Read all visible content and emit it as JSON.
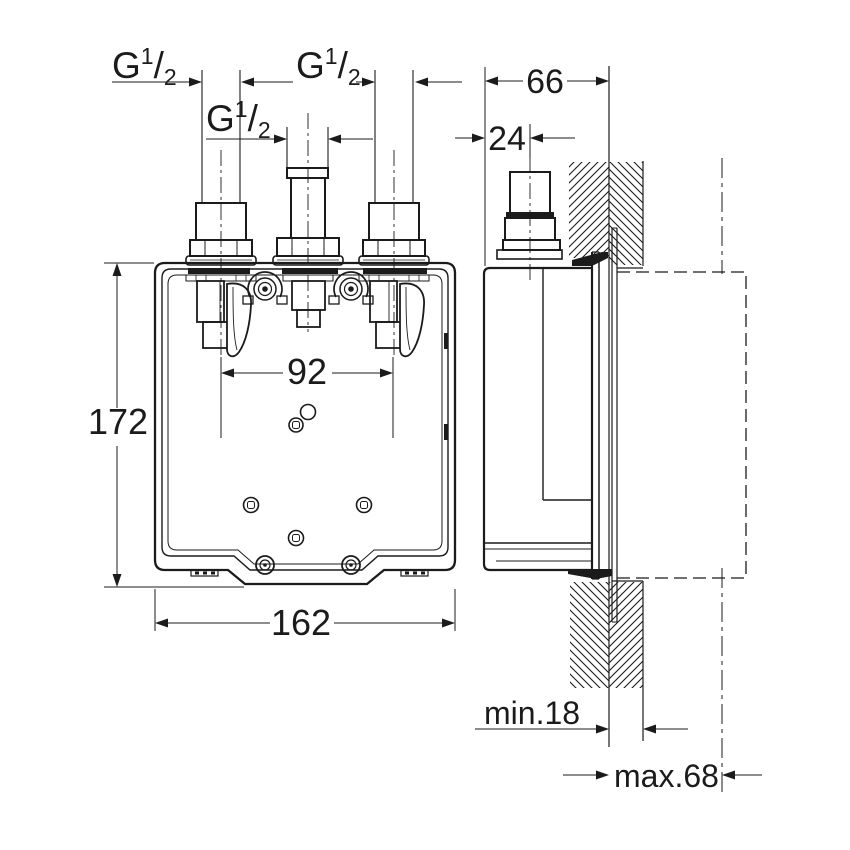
{
  "drawing": {
    "background": "#ffffff",
    "line_color": "#1b1b1b",
    "thread_label": {
      "text": "G1/2",
      "letter": "G",
      "numerator": "1",
      "slash": "/",
      "denominator": "2"
    },
    "dims": {
      "left_pipe_thread": "G1/2",
      "right_pipe_thread": "G1/2",
      "center_pipe_thread": "G1/2",
      "depth_to_wall": "66",
      "axis_offset": "24",
      "pipe_spacing": "92",
      "body_height": "172",
      "body_width": "162",
      "wall_min": "min.18",
      "wall_max": "max.68"
    }
  }
}
